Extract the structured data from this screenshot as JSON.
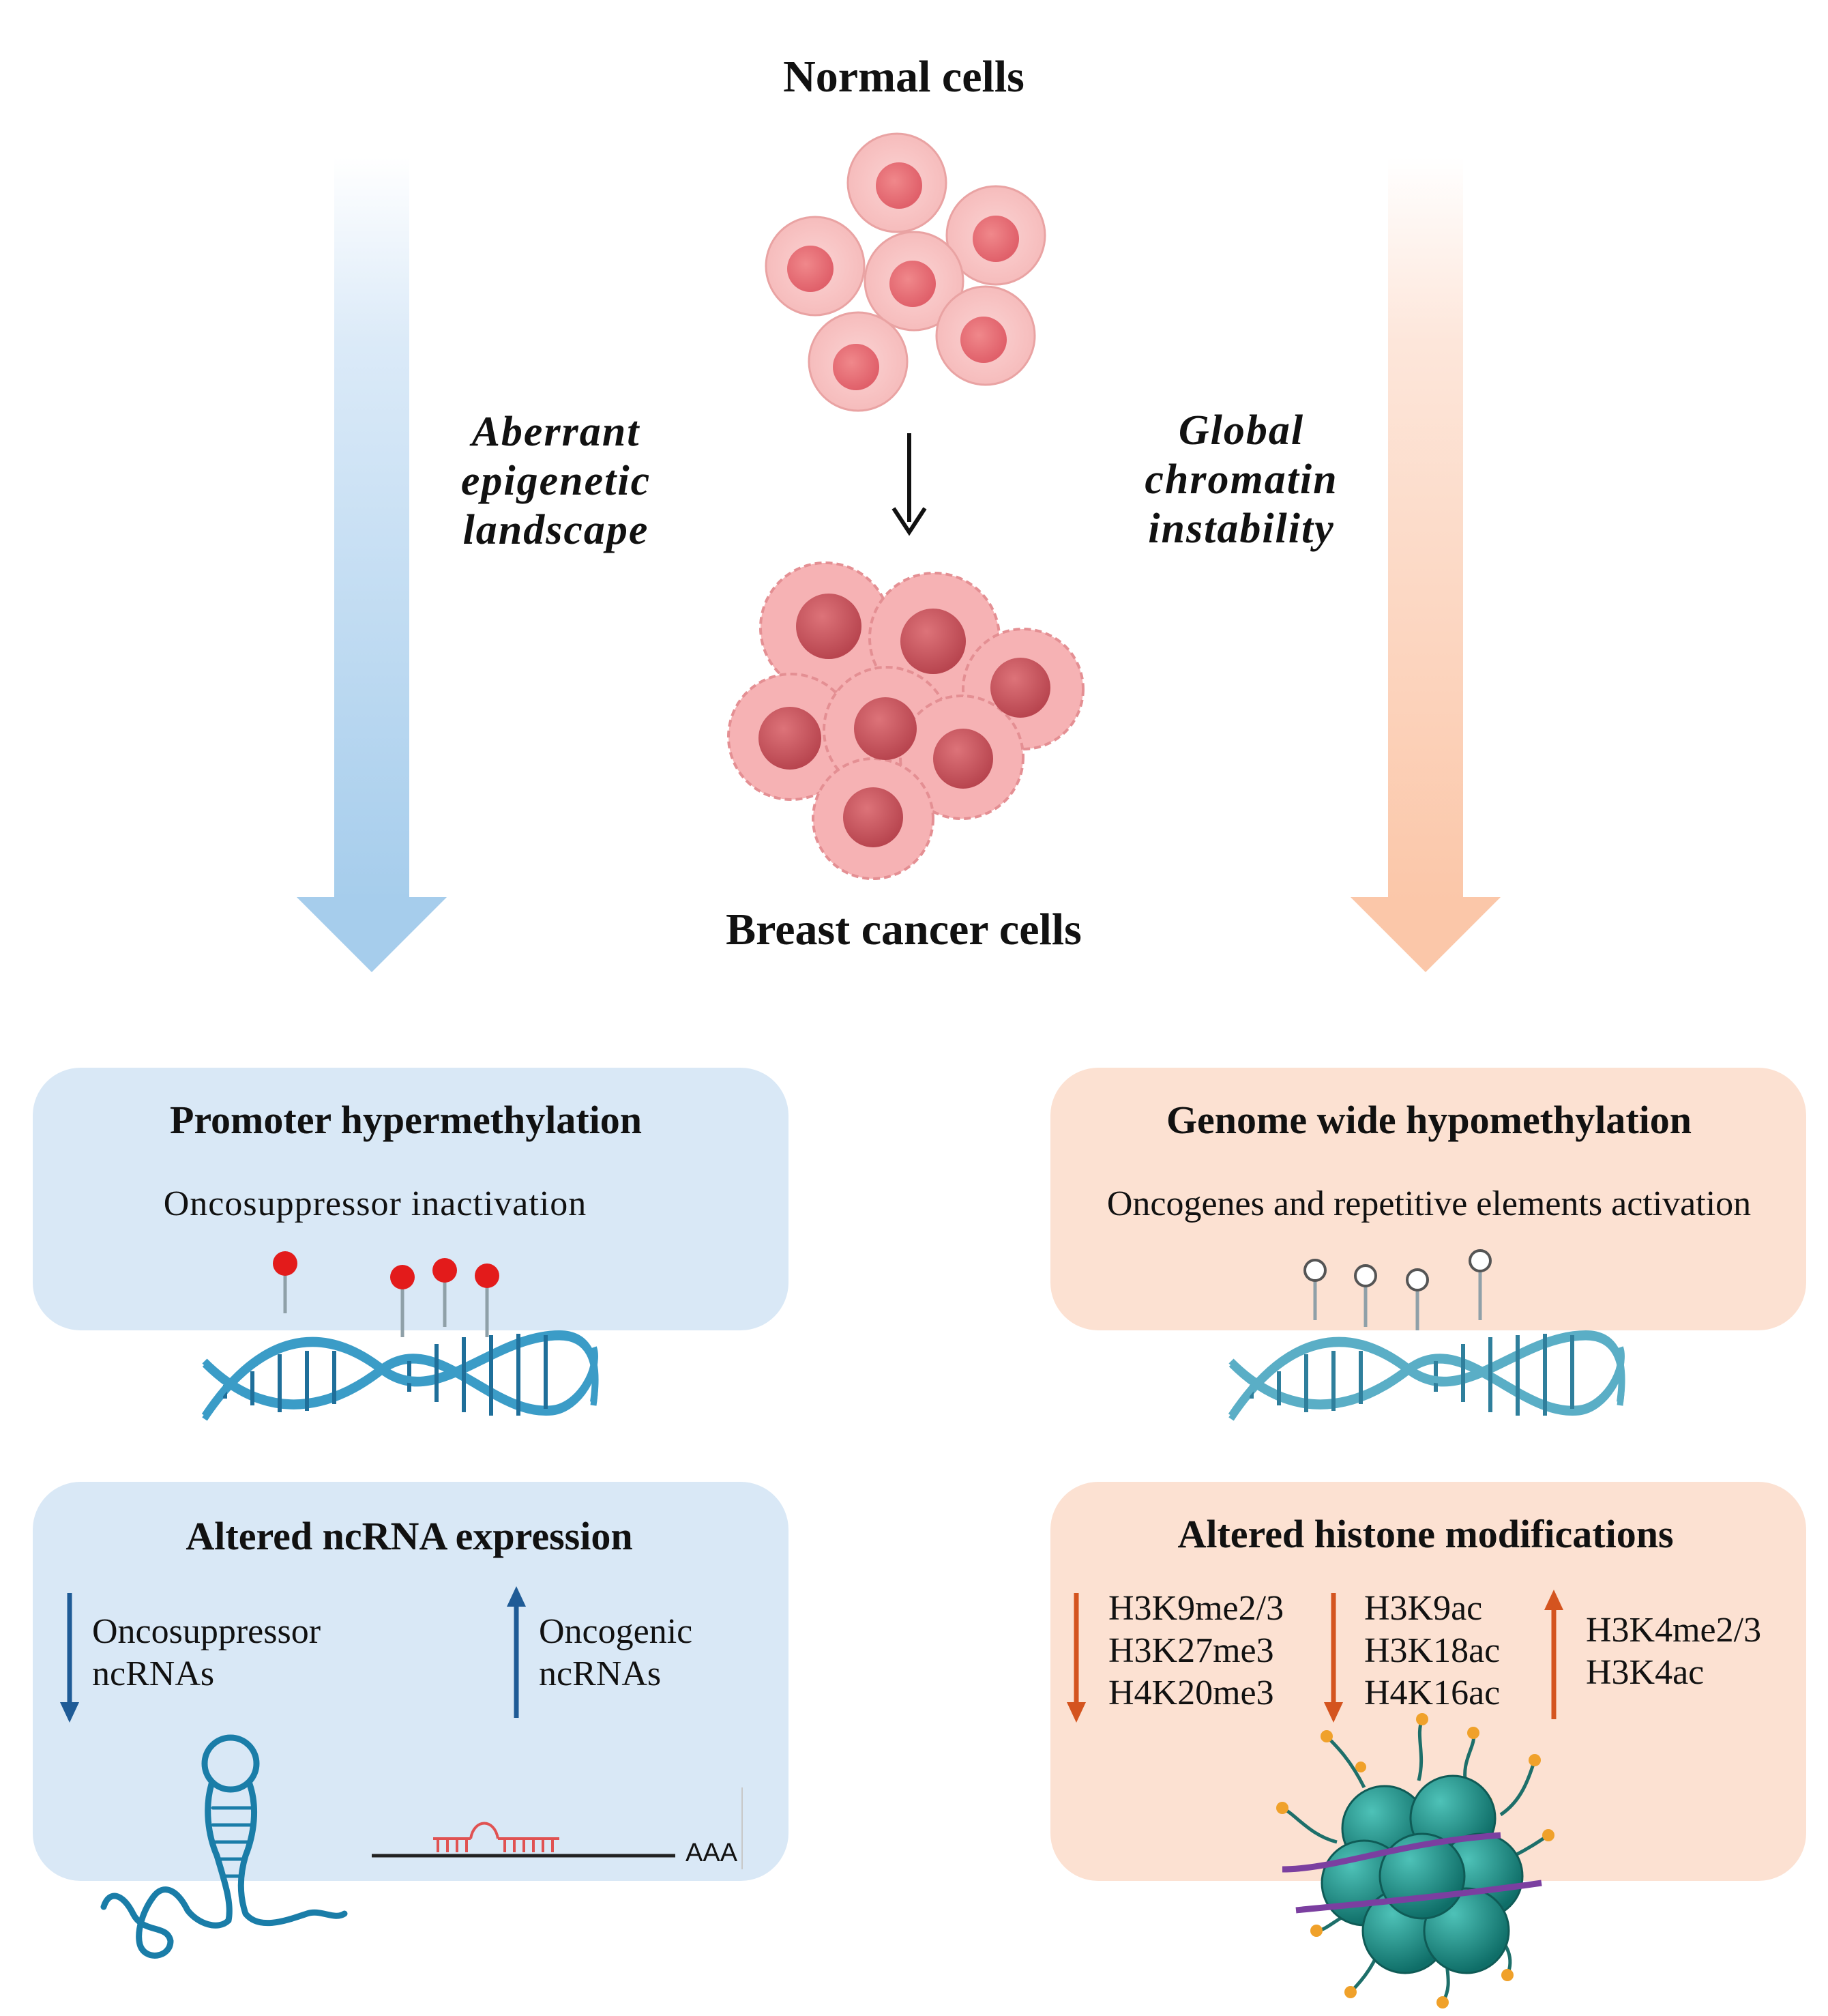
{
  "top": {
    "normal_cells": "Normal cells",
    "cancer_cells": "Breast cancer cells"
  },
  "left_path": {
    "label_lines": [
      "Aberrant",
      "epigenetic",
      "landscape"
    ],
    "box1": {
      "title": "Promoter hypermethylation",
      "subtitle": "Oncosuppressor inactivation"
    },
    "box2": {
      "title": "Altered ncRNA expression",
      "down_lines": [
        "Oncosuppressor",
        "ncRNAs"
      ],
      "up_lines": [
        "Oncogenic",
        "ncRNAs"
      ],
      "polyA": "AAA"
    }
  },
  "right_path": {
    "label_lines": [
      "Global",
      "chromatin",
      "instability"
    ],
    "box1": {
      "title": "Genome wide hypomethylation",
      "subtitle": "Oncogenes and repetitive elements activation"
    },
    "box2": {
      "title": "Altered histone modifications",
      "group1": [
        "H3K9me2/3",
        "H3K27me3",
        "H4K20me3"
      ],
      "group2": [
        "H3K9ac",
        "H3K18ac",
        "H4K16ac"
      ],
      "group3": [
        "H3K4me2/3",
        "H3K4ac"
      ]
    }
  },
  "colors": {
    "blue_arrow": "#a9cfee",
    "peach_arrow": "#fbc9ad",
    "blue_box": "#d9e8f6",
    "peach_box": "#fce1d2",
    "down_arrow_blue": "#1f5b96",
    "histone_arrow": "#d4541f",
    "methyl_red": "#e31b1b",
    "dna_blue": "#2a87b5",
    "nucleosome": "#1d8a82"
  }
}
